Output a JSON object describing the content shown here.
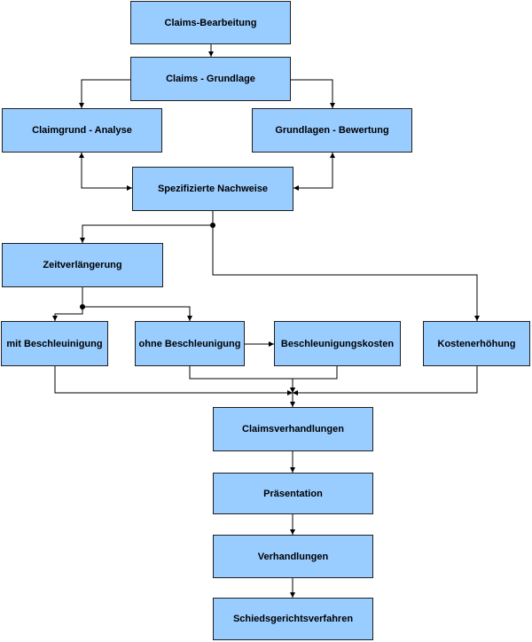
{
  "diagram": {
    "nodes": {
      "claims_bearbeitung": "Claims-Bearbeitung",
      "claims_grundlage": "Claims - Grundlage",
      "claimgrund_analyse": "Claimgrund - Analyse",
      "grundlagen_bewertung": "Grundlagen - Bewertung",
      "spezifizierte_nachweise": "Spezifizierte Nachweise",
      "zeitverlaengerung": "Zeitverlängerung",
      "mit_beschleunigung": "mit Beschleuinigung",
      "ohne_beschleunigung": "ohne Beschleunigung",
      "beschleunigungskosten": "Beschleunigungskosten",
      "kostenerhoehung": "Kostenerhöhung",
      "claimsverhandlungen": "Claimsverhandlungen",
      "praesentation": "Präsentation",
      "verhandlungen": "Verhandlungen",
      "schiedsgerichtsverfahren": "Schiedsgerichtsverfahren"
    },
    "edges": [
      {
        "from": "claims_bearbeitung",
        "to": "claims_grundlage"
      },
      {
        "from": "claims_grundlage",
        "to": "claimgrund_analyse"
      },
      {
        "from": "claims_grundlage",
        "to": "grundlagen_bewertung"
      },
      {
        "from": "claimgrund_analyse",
        "to": "spezifizierte_nachweise",
        "bidirectional": true
      },
      {
        "from": "grundlagen_bewertung",
        "to": "spezifizierte_nachweise",
        "bidirectional": true
      },
      {
        "from": "spezifizierte_nachweise",
        "to": "zeitverlaengerung"
      },
      {
        "from": "spezifizierte_nachweise",
        "to": "kostenerhoehung"
      },
      {
        "from": "zeitverlaengerung",
        "to": "mit_beschleunigung"
      },
      {
        "from": "zeitverlaengerung",
        "to": "ohne_beschleunigung"
      },
      {
        "from": "ohne_beschleunigung",
        "to": "beschleunigungskosten"
      },
      {
        "from": "mit_beschleunigung",
        "to": "claimsverhandlungen"
      },
      {
        "from": "ohne_beschleunigung",
        "to": "claimsverhandlungen"
      },
      {
        "from": "beschleunigungskosten",
        "to": "claimsverhandlungen"
      },
      {
        "from": "kostenerhoehung",
        "to": "claimsverhandlungen"
      },
      {
        "from": "claimsverhandlungen",
        "to": "praesentation"
      },
      {
        "from": "praesentation",
        "to": "verhandlungen"
      },
      {
        "from": "verhandlungen",
        "to": "schiedsgerichtsverfahren"
      }
    ]
  }
}
